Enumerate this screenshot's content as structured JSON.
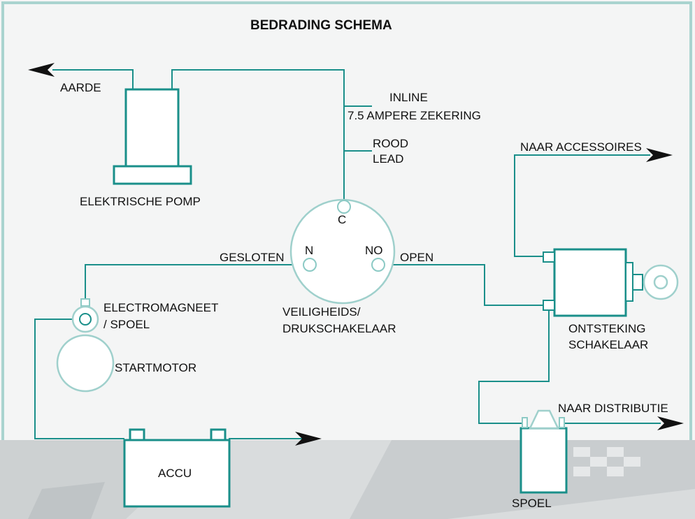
{
  "title": "BEDRADING SCHEMA",
  "labels": {
    "aarde": "AARDE",
    "inline": "INLINE",
    "fuse": "7.5 AMPERE ZEKERING",
    "rood": "ROOD",
    "lead": "LEAD",
    "pomp": "ELEKTRISCHE POMP",
    "naar_accessoires": "NAAR ACCESSOIRES",
    "c": "C",
    "n": "N",
    "no": "NO",
    "gesloten": "GESLOTEN",
    "open": "OPEN",
    "electromagneet": "ELECTROMAGNEET",
    "spoel_slash": "/ SPOEL",
    "veiligheids": "VEILIGHEIDS/",
    "drukschakelaar": "DRUKSCHAKELAAR",
    "ontsteking": "ONTSTEKING",
    "schakelaar": "SCHAKELAAR",
    "startmotor": "STARTMOTOR",
    "naar_distributie": "NAAR DISTRIBUTIE",
    "accu": "ACCU",
    "spoel": "SPOEL"
  },
  "colors": {
    "wire": "#1a8f8a",
    "component_light": "#9fd0cc",
    "background": "#f4f5f5",
    "watermark": "#cfd3d4"
  }
}
